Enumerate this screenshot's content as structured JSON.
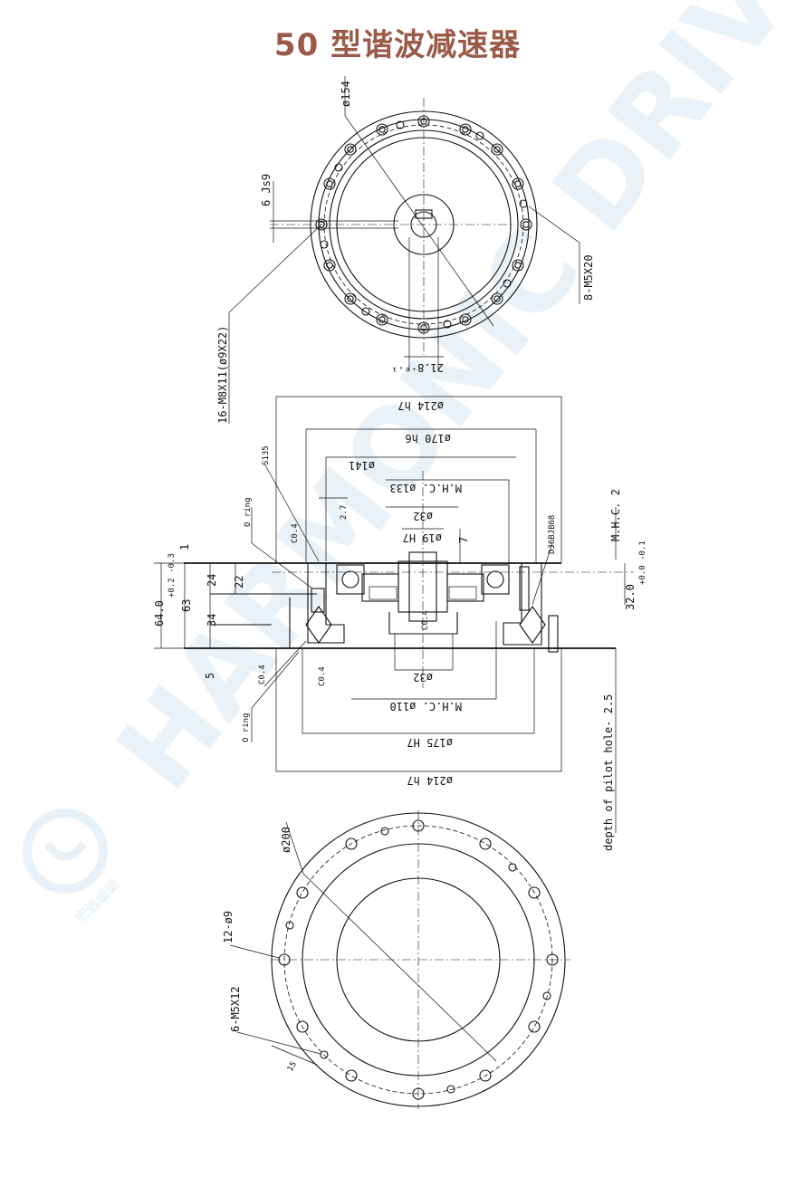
{
  "title": "50 型谐波减速器",
  "title_color": "#9b5a48",
  "watermark": {
    "text": "HARMONIC DRIVE",
    "logo_caption": "宏远谐驱",
    "color": "#d9e8f3"
  },
  "top_view": {
    "dia_154": "ø154",
    "js9": "6 Js9",
    "keyway": "21.8⁺⁰·¹",
    "m5_label": "8-M5X20",
    "m8_label": "16-M8X11(ø9X22)"
  },
  "section_view": {
    "d214_top": "ø214 h7",
    "d170": "ø170 h6",
    "s135": "S135",
    "d141": "ø141",
    "mhc133": "M.H.C. ø133",
    "d32_top": "ø32",
    "d19": "ø19 H7",
    "dim_27": "2.7",
    "dim_7": "7",
    "oring_top": "O ring",
    "c04_a": "C0.4",
    "bearing": "DJ6BJB68",
    "mhc2": "M.H.C. 2",
    "dim_1": "1",
    "dim_24": "24",
    "dim_22": "22",
    "dim_63": "63",
    "dim_34": "34",
    "dim_64": "64.0",
    "dim_64_tol": "+0.2 -0.3",
    "dim_5": "5",
    "c04_b": "C0.4",
    "c04_c": "C0.4",
    "c04_d": "C0.4",
    "dim_32": "32.0",
    "dim_32_tol": "+0.0 -0.1",
    "d32_bottom": "ø32",
    "mhc110": "M.H.C. ø110",
    "d175": "ø175 H7",
    "d214_bottom": "ø214 h7",
    "oring_bottom": "O ring",
    "pilot": "depth of pilot hole- 2.5"
  },
  "bottom_view": {
    "dia_200": "ø200",
    "holes_12": "12-ø9",
    "m5x12": "6-M5X12",
    "dim_15": "15"
  }
}
